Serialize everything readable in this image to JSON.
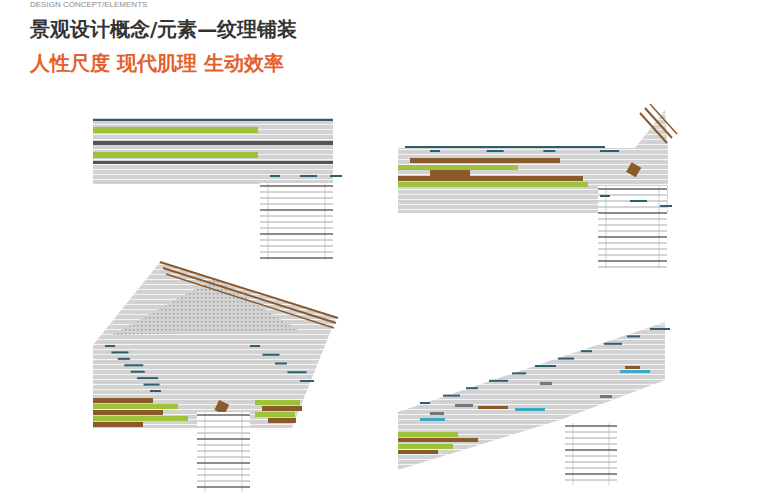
{
  "diagram": {
    "title": "景观设计概念/元素—纹理铺装",
    "labels": [
      "DESIGN CONCEPT/ELEMENTS",
      "人性尺度 现代肌理 生动效率"
    ]
  }
}
